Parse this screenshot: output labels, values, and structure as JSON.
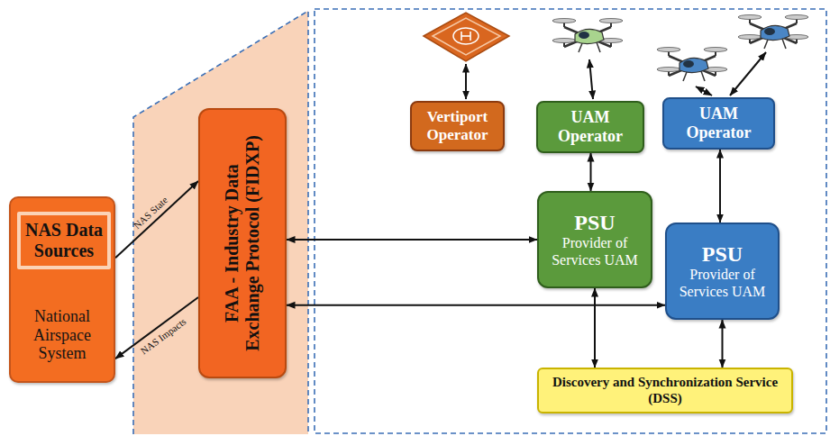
{
  "diagram": {
    "nodes": [
      {
        "text": [
          "National Airspace System"
        ]
      },
      {
        "text": [
          "NAS Data Sources"
        ],
        "in": 0
      },
      {
        "text": [
          "FAA - Industry Data Exchange Protocol (FIDXP)"
        ]
      },
      {
        "text": [
          "Vertiport Operator"
        ]
      },
      {
        "text": [
          "UAM Operator"
        ]
      },
      {
        "text": [
          "UAM Operator"
        ]
      },
      {
        "text": [
          "PSU",
          "Provider of Services UAM"
        ]
      },
      {
        "text": [
          "PSU",
          "Provider of Services UAM"
        ]
      },
      {
        "text": [
          "Discovery and Synchronization Service (DSS)"
        ]
      }
    ],
    "edges": [
      {
        "from": 0,
        "to": 2,
        "label": "NAS State",
        "arrow": "to"
      },
      {
        "from": 2,
        "to": 0,
        "label": "NAS Impacts",
        "arrow": "to"
      },
      {
        "from": 2,
        "to": 6,
        "arrow": "both"
      },
      {
        "from": 2,
        "to": 7,
        "arrow": "both"
      },
      {
        "from": 4,
        "to": 6,
        "arrow": "both"
      },
      {
        "from": 5,
        "to": 7,
        "arrow": "both"
      },
      {
        "from": 6,
        "to": 8,
        "arrow": "both"
      },
      {
        "from": 7,
        "to": 8,
        "arrow": "both"
      }
    ]
  }
}
